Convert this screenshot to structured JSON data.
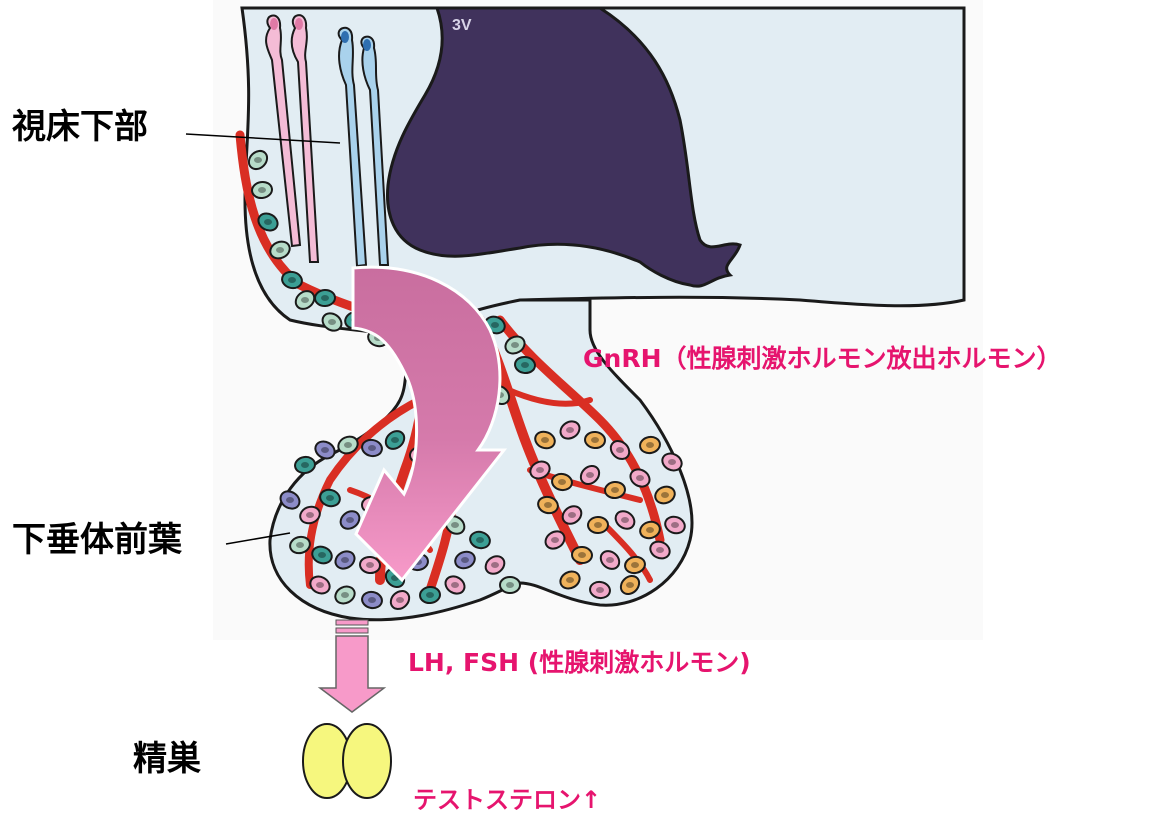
{
  "labels": {
    "third_ventricle": "3V",
    "hypothalamus": "視床下部",
    "anterior_pituitary": "下垂体前葉",
    "testis": "精巣",
    "gnrh": "GnRH（性腺刺激ホルモン放出ホルモン）",
    "lh_fsh": "LH, FSH (性腺刺激ホルモン)",
    "testosterone": "テストステロン↑"
  },
  "colors": {
    "tissue_fill": "#e2edf3",
    "ventricle": "#40325c",
    "vessel": "#d92e23",
    "curved_arrow_top": "#c96e9f",
    "curved_arrow_bottom": "#f79ac9",
    "down_arrow": "#f79ac9",
    "testis_fill": "#f6f77e",
    "label_accent": "#e6146e",
    "neuron_pink": "#f4bcd6",
    "neuron_blue": "#a9d2ec",
    "cell_teal": "#3c9f95",
    "cell_purple": "#8c8cc8",
    "cell_pink": "#f2a9c9",
    "cell_orange": "#f0b25a"
  },
  "icons": {
    "curved_arrow": "curved-arrow-icon",
    "down_arrow": "down-arrow-icon",
    "testis": "testis-icon"
  }
}
